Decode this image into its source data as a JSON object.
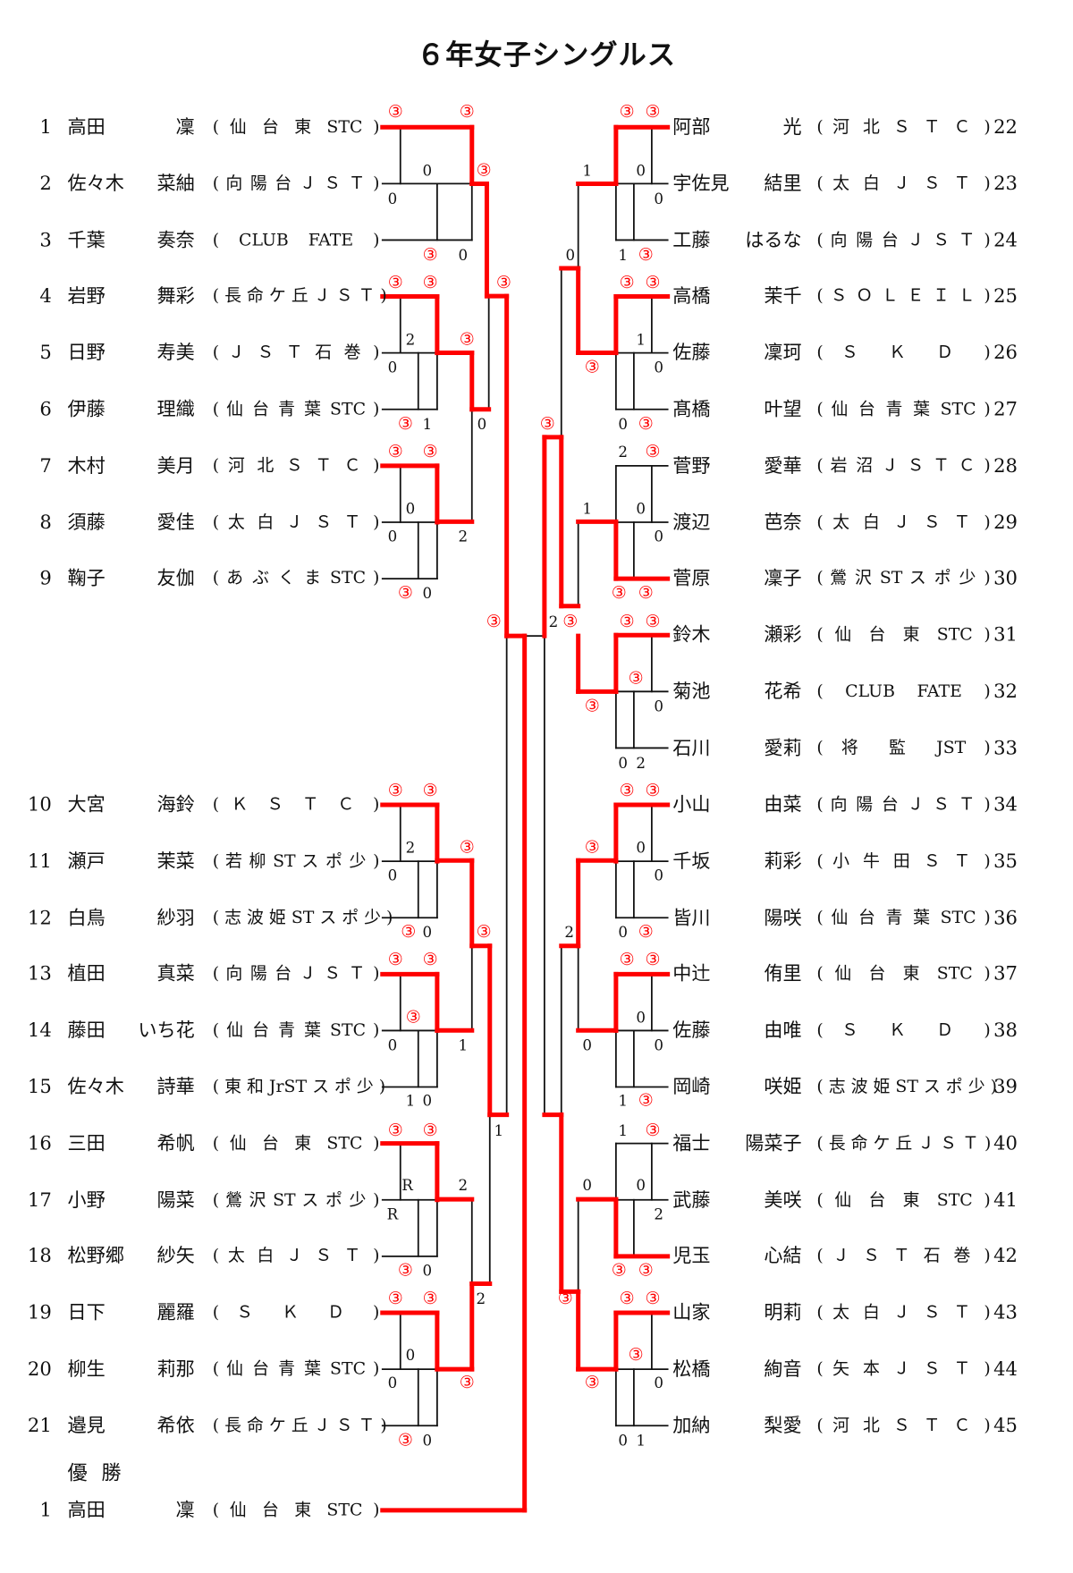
{
  "title": "６年女子シングルス",
  "left_players": [
    {
      "no": "1",
      "surname": "高田",
      "given": "凜",
      "club": "( 仙 台 東 STC )"
    },
    {
      "no": "2",
      "surname": "佐々木",
      "given": "菜紬",
      "club": "( 向 陽 台 Ｊ Ｓ Ｔ )"
    },
    {
      "no": "3",
      "surname": "千葉",
      "given": "奏奈",
      "club": "( CLUB FATE )"
    },
    {
      "no": "4",
      "surname": "岩野",
      "given": "舞彩",
      "club": "( 長 命 ケ 丘 Ｊ Ｓ Ｔ )"
    },
    {
      "no": "5",
      "surname": "日野",
      "given": "寿美",
      "club": "( Ｊ Ｓ Ｔ 石 巻 )"
    },
    {
      "no": "6",
      "surname": "伊藤",
      "given": "理織",
      "club": "( 仙 台 青 葉 STC )"
    },
    {
      "no": "7",
      "surname": "木村",
      "given": "美月",
      "club": "( 河 北 Ｓ Ｔ Ｃ )"
    },
    {
      "no": "8",
      "surname": "須藤",
      "given": "愛佳",
      "club": "( 太 白 Ｊ Ｓ Ｔ )"
    },
    {
      "no": "9",
      "surname": "鞠子",
      "given": "友伽",
      "club": "( あ ぶ く ま STC )"
    },
    {
      "no": "10",
      "surname": "大宮",
      "given": "海鈴",
      "club": "( Ｋ Ｓ Ｔ Ｃ )"
    },
    {
      "no": "11",
      "surname": "瀬戸",
      "given": "茉菜",
      "club": "( 若 柳 ST ス ポ 少 )"
    },
    {
      "no": "12",
      "surname": "白鳥",
      "given": "紗羽",
      "club": "( 志 波 姫 ST ス ポ 少 )"
    },
    {
      "no": "13",
      "surname": "植田",
      "given": "真菜",
      "club": "( 向 陽 台 Ｊ Ｓ Ｔ )"
    },
    {
      "no": "14",
      "surname": "藤田",
      "given": "いち花",
      "club": "( 仙 台 青 葉 STC )"
    },
    {
      "no": "15",
      "surname": "佐々木",
      "given": "詩華",
      "club": "( 東 和 JrST ス ポ 少 )"
    },
    {
      "no": "16",
      "surname": "三田",
      "given": "希帆",
      "club": "( 仙 台 東 STC )"
    },
    {
      "no": "17",
      "surname": "小野",
      "given": "陽菜",
      "club": "( 鶯 沢 ST ス ポ 少 )"
    },
    {
      "no": "18",
      "surname": "松野郷",
      "given": "紗矢",
      "club": "( 太 白 Ｊ Ｓ Ｔ )"
    },
    {
      "no": "19",
      "surname": "日下",
      "given": "麗羅",
      "club": "( Ｓ Ｋ Ｄ )"
    },
    {
      "no": "20",
      "surname": "柳生",
      "given": "莉那",
      "club": "( 仙 台 青 葉 STC )"
    },
    {
      "no": "21",
      "surname": "邉見",
      "given": "希依",
      "club": "( 長 命 ケ 丘 Ｊ Ｓ Ｔ )"
    }
  ],
  "right_players": [
    {
      "no": "22",
      "surname": "阿部",
      "given": "光",
      "club": "( 河 北 Ｓ Ｔ Ｃ )"
    },
    {
      "no": "23",
      "surname": "宇佐見",
      "given": "結里",
      "club": "( 太 白 Ｊ Ｓ Ｔ )"
    },
    {
      "no": "24",
      "surname": "工藤",
      "given": "はるな",
      "club": "( 向 陽 台 Ｊ Ｓ Ｔ )"
    },
    {
      "no": "25",
      "surname": "高橋",
      "given": "茉千",
      "club": "( Ｓ Ｏ Ｌ Ｅ Ｉ Ｌ )"
    },
    {
      "no": "26",
      "surname": "佐藤",
      "given": "凜珂",
      "club": "( Ｓ Ｋ Ｄ )"
    },
    {
      "no": "27",
      "surname": "髙橋",
      "given": "叶望",
      "club": "( 仙 台 青 葉 STC )"
    },
    {
      "no": "28",
      "surname": "菅野",
      "given": "愛華",
      "club": "( 岩 沼 Ｊ Ｓ Ｔ Ｃ )"
    },
    {
      "no": "29",
      "surname": "渡辺",
      "given": "芭奈",
      "club": "( 太 白 Ｊ Ｓ Ｔ )"
    },
    {
      "no": "30",
      "surname": "菅原",
      "given": "凜子",
      "club": "( 鶯 沢 ST ス ポ 少 )"
    },
    {
      "no": "31",
      "surname": "鈴木",
      "given": "瀬彩",
      "club": "( 仙 台 東 STC )"
    },
    {
      "no": "32",
      "surname": "菊池",
      "given": "花希",
      "club": "( CLUB FATE )"
    },
    {
      "no": "33",
      "surname": "石川",
      "given": "愛莉",
      "club": "( 将 監 JST )"
    },
    {
      "no": "34",
      "surname": "小山",
      "given": "由菜",
      "club": "( 向 陽 台 Ｊ Ｓ Ｔ )"
    },
    {
      "no": "35",
      "surname": "千坂",
      "given": "莉彩",
      "club": "( 小 牛 田 Ｓ Ｔ )"
    },
    {
      "no": "36",
      "surname": "皆川",
      "given": "陽咲",
      "club": "( 仙 台 青 葉 STC )"
    },
    {
      "no": "37",
      "surname": "中辻",
      "given": "侑里",
      "club": "( 仙 台 東 STC )"
    },
    {
      "no": "38",
      "surname": "佐藤",
      "given": "由唯",
      "club": "( Ｓ Ｋ Ｄ )"
    },
    {
      "no": "39",
      "surname": "岡崎",
      "given": "咲姫",
      "club": "( 志 波 姫 ST ス ポ 少 )"
    },
    {
      "no": "40",
      "surname": "福士",
      "given": "陽菜子",
      "club": "( 長 命 ケ 丘 Ｊ Ｓ Ｔ )"
    },
    {
      "no": "41",
      "surname": "武藤",
      "given": "美咲",
      "club": "( 仙 台 東 STC )"
    },
    {
      "no": "42",
      "surname": "児玉",
      "given": "心結",
      "club": "( Ｊ Ｓ Ｔ 石 巻 )"
    },
    {
      "no": "43",
      "surname": "山家",
      "given": "明莉",
      "club": "( 太 白 Ｊ Ｓ Ｔ )"
    },
    {
      "no": "44",
      "surname": "松橋",
      "given": "絢音",
      "club": "( 矢 本 Ｊ Ｓ Ｔ )"
    },
    {
      "no": "45",
      "surname": "加納",
      "given": "梨愛",
      "club": "( 河 北 Ｓ Ｔ Ｃ )"
    }
  ],
  "champion": {
    "label": "優勝",
    "no": "1",
    "surname": "高田",
    "given": "凜",
    "club": "( 仙 台 東 STC )"
  },
  "scores": [
    "③",
    "③",
    "0",
    "0",
    "③",
    "0",
    "③",
    "③",
    "③",
    "③",
    "2",
    "0",
    "③",
    "1",
    "③",
    "0",
    "③",
    "③",
    "0",
    "0",
    "③",
    "0",
    "2",
    "③",
    "③",
    "③",
    "2",
    "0",
    "③",
    "0",
    "③",
    "③",
    "③",
    "③",
    "③",
    "0",
    "1",
    "0",
    "1",
    "1",
    "③",
    "③",
    "R",
    "R",
    "③",
    "0",
    "2",
    "③",
    "③",
    "0",
    "0",
    "③",
    "0",
    "2",
    "③",
    "③",
    "③",
    "0",
    "0",
    "1",
    "③",
    "③",
    "③",
    "1",
    "0",
    "0",
    "③",
    "2",
    "③",
    "0",
    "0",
    "③",
    "③",
    "③",
    "③",
    "③",
    "0",
    "0",
    "2",
    "③",
    "③",
    "0",
    "0",
    "0",
    "③",
    "③",
    "③",
    "0",
    "0",
    "1",
    "③",
    "1",
    "③",
    "0",
    "2",
    "③",
    "③",
    "③",
    "③",
    "③",
    "0",
    "0",
    "1",
    "1",
    "0",
    "③",
    "③",
    "1",
    "2",
    "③",
    "③",
    "③",
    "2",
    "0",
    "0",
    "③",
    "③"
  ],
  "colors": {
    "winner_line": "#ff0000",
    "line": "#111111",
    "circled_score": "#ff0000"
  }
}
